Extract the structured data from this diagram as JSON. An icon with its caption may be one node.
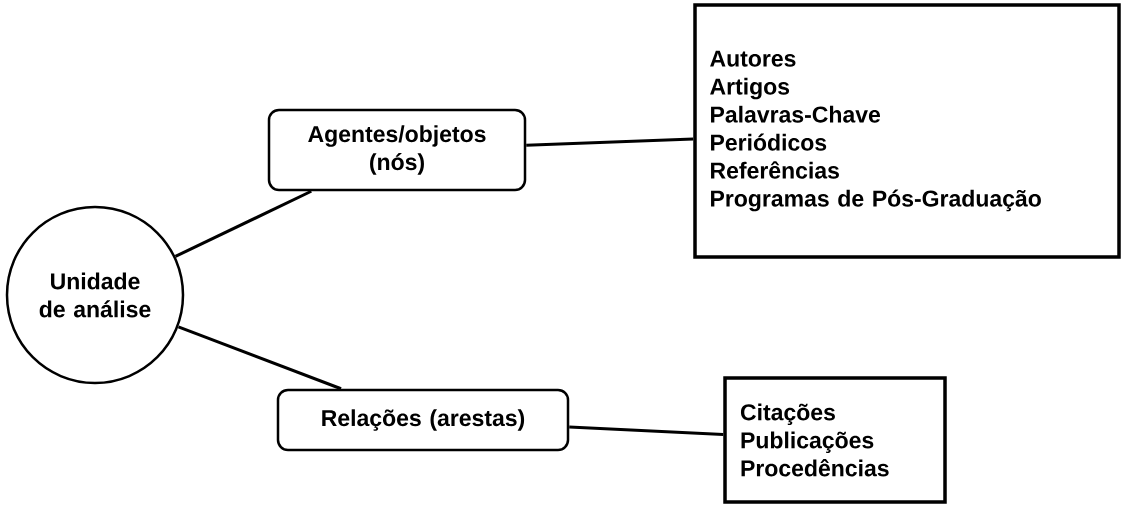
{
  "diagram": {
    "nodes": [
      {
        "text": [
          "Unidade de análise"
        ]
      },
      {
        "text": [
          "Agentes/objetos (nós)"
        ]
      },
      {
        "text": [
          "Autores",
          "Artigos",
          "Palavras-Chave",
          "Periódicos",
          "Referências",
          "Programas de Pós-Graduação"
        ]
      },
      {
        "text": [
          "Relações (arestas)"
        ]
      },
      {
        "text": [
          "Citações",
          "Publicações",
          "Procedências"
        ]
      }
    ],
    "edges": [
      {
        "from": 0,
        "to": 1,
        "arrow": "none"
      },
      {
        "from": 1,
        "to": 2,
        "arrow": "none"
      },
      {
        "from": 0,
        "to": 3,
        "arrow": "none"
      },
      {
        "from": 3,
        "to": 4,
        "arrow": "none"
      }
    ]
  }
}
